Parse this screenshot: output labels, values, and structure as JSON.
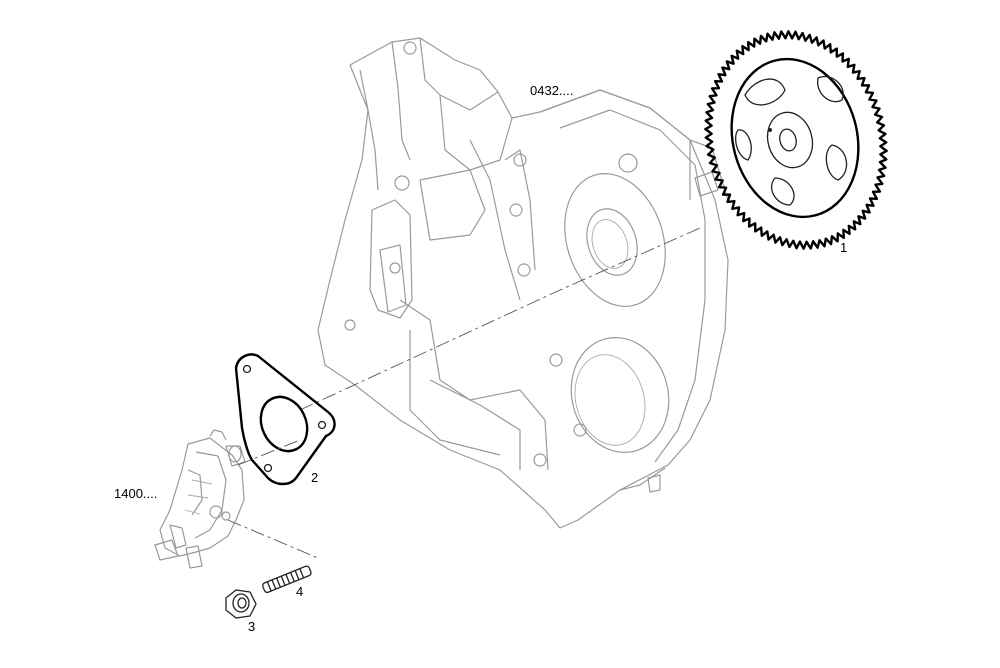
{
  "labels": {
    "housing_ref": "0432....",
    "pump_ref": "1400....",
    "item_1": "1",
    "item_2": "2",
    "item_3": "3",
    "item_4": "4"
  }
}
